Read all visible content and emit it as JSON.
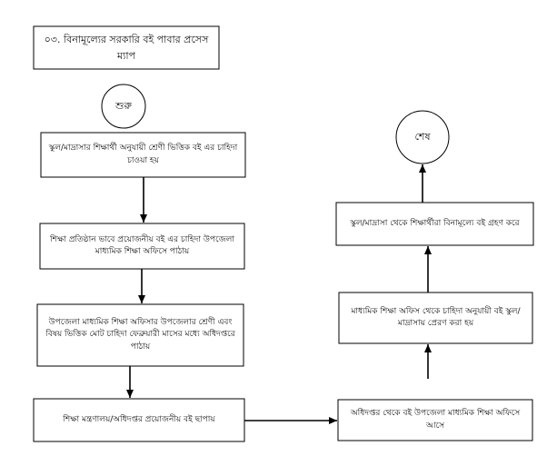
{
  "diagram": {
    "title": "০৩. বিনামূল্যের সরকারি বই পাবার প্রসেস ম্যাপ",
    "start_label": "শুরু",
    "end_label": "শেষ",
    "steps": [
      "স্কুল/মাদ্রাসার শিক্ষার্থী অনুযায়ী শ্রেণী ভিত্তিক বই এর চাহিদা চাওয়া হয়",
      "শিক্ষা প্রতিষ্ঠান ভাবে প্রয়োজনীয় বই এর চাহিদা উপজেলা মাধ্যমিক শিক্ষা অফিসে পাঠায়",
      "উপজেলা মাধ্যমিক শিক্ষা অফিসার উপজেলার শ্রেণী এবং বিষয় ভিত্তিক মোট চাহিদা ফেব্রুয়ারী মাসের মধ্যে অধিদপ্তরে পাঠায়",
      "শিক্ষা মন্ত্রণালয়/অধিদপ্তর প্রয়োজনীয় বই ছাপায়",
      "অধিদপ্তর থেকে বই উপজেলা মাধ্যমিক শিক্ষা অফিসে আসে",
      "মাধ্যমিক শিক্ষা অফিস থেকে চাহিদা অনুযায়ী বই স্কুল/মাদ্রাসায় প্রেরণ করা হয়",
      "স্কুল/মাদ্রাসা থেকে শিক্ষার্থীরা বিনামূল্যে বই গ্রহণ করে"
    ]
  }
}
